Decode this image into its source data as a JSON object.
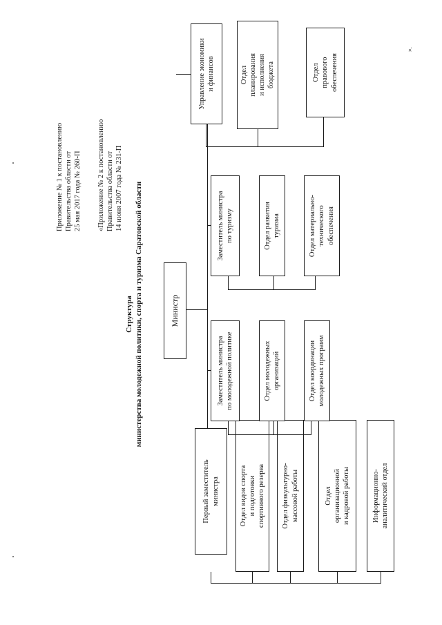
{
  "appendix": {
    "line1": "Приложение № 1 к постановлению\nПравительства области от\n25 мая 2017 года № 260-П",
    "line2": "«Приложение № 2 к постановлению\nПравительства области от\n14 июня 2007 года № 231-П"
  },
  "title": {
    "heading": "Структура",
    "subheading": "министерства молодежной политики, спорта и туризма Саратовской области"
  },
  "nodes": {
    "minister": "Министр",
    "first_deputy": "Первый заместитель\nминистра",
    "sport_reserve": "Отдел видов спорта\nи подготовки\nспортивного резерва",
    "mass_sport": "Отдел физкультурно-\nмассовой работы",
    "org_hr": "Отдел\nорганизационной\nи кадровой работы",
    "info_analytics": "Информационно-\nаналитический отдел",
    "deputy_youth": "Заместитель министра\nпо молодежной политике",
    "youth_orgs": "Отдел молодежных\nорганизаций",
    "youth_programs": "Отдел координации\nмолодежных программ",
    "deputy_tourism": "Заместитель министра\nпо туризму",
    "tourism_dev": "Отдел развития\nтуризма",
    "logistics": "Отдел материально-\nтехнического\nобеспечения",
    "economics": "Управление экономики\nи финансов",
    "budget": "Отдел\nпланирования\nи исполнения\nбюджета",
    "legal": "Отдел\nправового\nобеспечения"
  },
  "page_marks": {
    "corner": "»."
  }
}
